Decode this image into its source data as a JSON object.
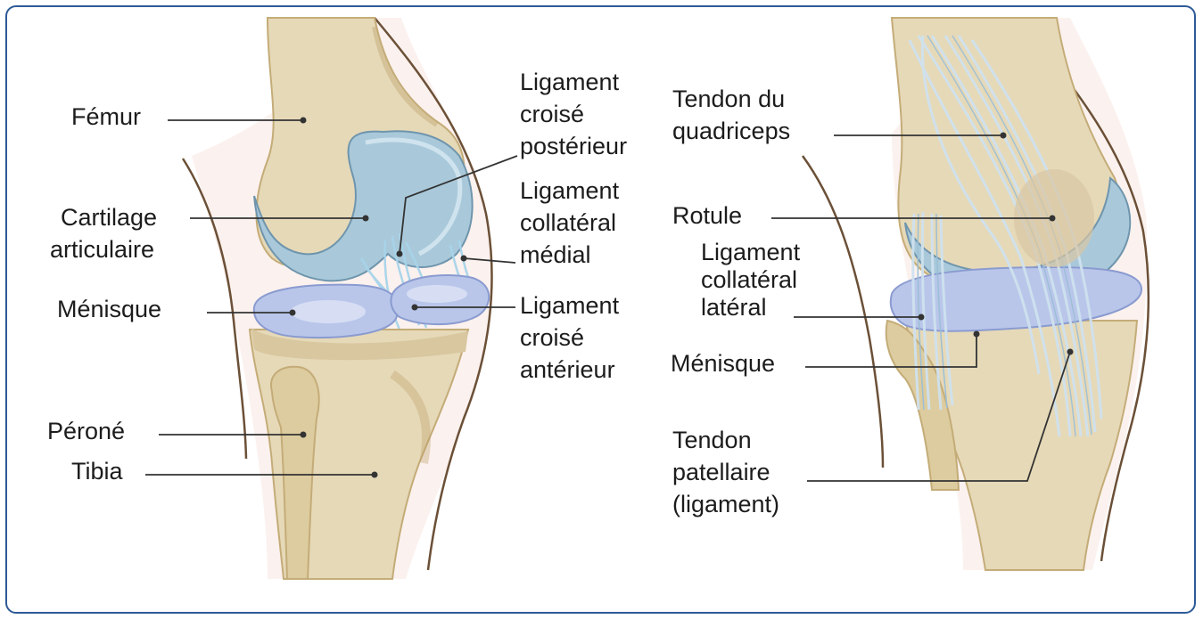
{
  "colors": {
    "frame": "#2d5a96",
    "bone": "#e6d9b8",
    "bone_shadow": "#c4ac78",
    "cartilage": "#a9c9da",
    "meniscus": "#b9c6ea",
    "tendon": "#cfe2ef",
    "skin_outline": "#6b5037",
    "leader": "#333333"
  },
  "left_view": {
    "labels": {
      "femur": "Fémur",
      "cartilage": [
        "Cartilage",
        "articulaire"
      ],
      "menisque": "Ménisque",
      "perone": "Péroné",
      "tibia": "Tibia",
      "lcp": [
        "Ligament",
        "croisé",
        "postérieur"
      ],
      "lcm": [
        "Ligament",
        "collatéral",
        "médial"
      ],
      "lca": [
        "Ligament",
        "croisé",
        "antérieur"
      ]
    }
  },
  "right_view": {
    "labels": {
      "tendon_quadriceps": [
        "Tendon du",
        "quadriceps"
      ],
      "rotule": "Rotule",
      "lcl": [
        "Ligament",
        "collatéral",
        "latéral"
      ],
      "menisque": "Ménisque",
      "tendon_patellaire": [
        "Tendon",
        "patellaire",
        "(ligament)"
      ]
    }
  }
}
